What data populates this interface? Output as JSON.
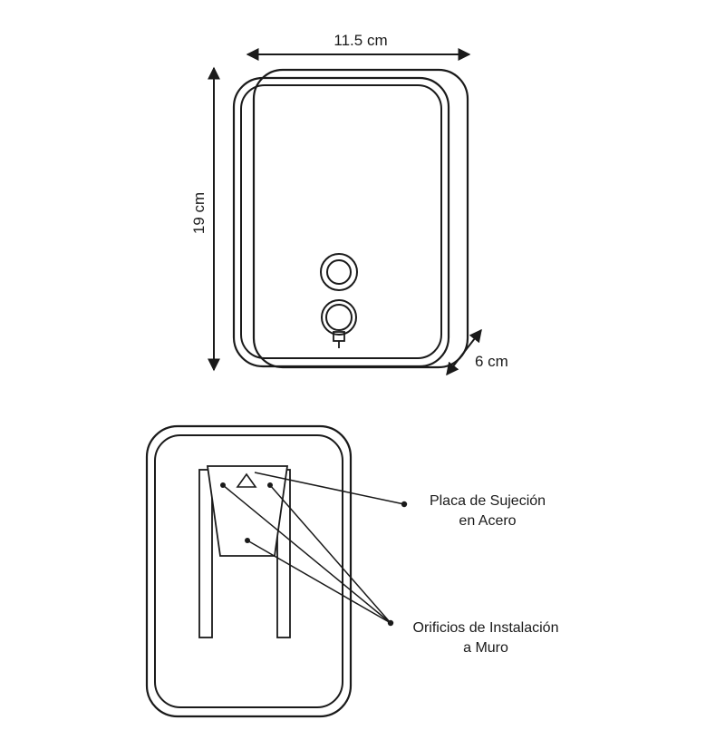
{
  "dimensions": {
    "width": "11.5 cm",
    "height": "19 cm",
    "depth": "6 cm"
  },
  "callouts": {
    "plate_line1": "Placa de Sujeción",
    "plate_line2": "en Acero",
    "holes_line1": "Orificios de Instalación",
    "holes_line2": "a Muro"
  },
  "colors": {
    "stroke": "#1a1a1a",
    "background": "#ffffff"
  }
}
